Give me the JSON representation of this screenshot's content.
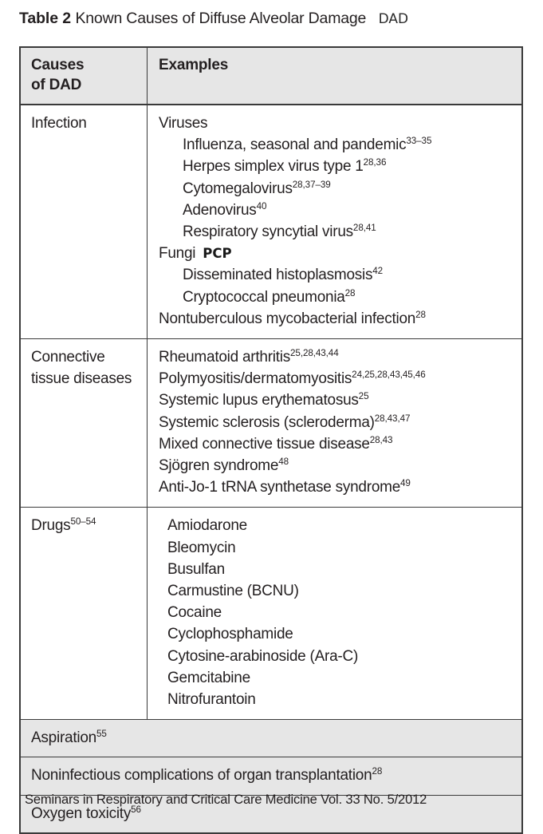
{
  "caption": {
    "label": "Table 2",
    "text": "Known Causes of Diffuse Alveolar Damage",
    "annotation": "DAD"
  },
  "table": {
    "headers": {
      "cause": "Causes\nof DAD",
      "cause_line1": "Causes",
      "cause_line2": "of DAD",
      "examples": "Examples"
    },
    "rows": [
      {
        "cause": "Infection",
        "cause_sup": "",
        "items": [
          {
            "level": 0,
            "text": "Viruses",
            "sup": ""
          },
          {
            "level": 1,
            "text": "Influenza, seasonal and pandemic",
            "sup": "33–35"
          },
          {
            "level": 1,
            "text": "Herpes simplex virus type 1",
            "sup": "28,36"
          },
          {
            "level": 1,
            "text": "Cytomegalovirus",
            "sup": "28,37–39"
          },
          {
            "level": 1,
            "text": "Adenovirus",
            "sup": "40"
          },
          {
            "level": 1,
            "text": "Respiratory syncytial virus",
            "sup": "28,41"
          },
          {
            "level": 0,
            "text": "Fungi",
            "sup": "",
            "annotation": "PCP"
          },
          {
            "level": 1,
            "text": "Disseminated histoplasmosis",
            "sup": "42"
          },
          {
            "level": 1,
            "text": "Cryptococcal pneumonia",
            "sup": "28"
          },
          {
            "level": 0,
            "text": "Nontuberculous mycobacterial infection",
            "sup": "28"
          }
        ]
      },
      {
        "cause": "Connective tissue diseases",
        "cause_sup": "",
        "items": [
          {
            "level": 0,
            "text": "Rheumatoid arthritis",
            "sup": "25,28,43,44"
          },
          {
            "level": 0,
            "text": "Polymyositis/dermatomyositis",
            "sup": "24,25,28,43,45,46"
          },
          {
            "level": 0,
            "text": "Systemic lupus erythematosus",
            "sup": "25"
          },
          {
            "level": 0,
            "text": "Systemic sclerosis (scleroderma)",
            "sup": "28,43,47"
          },
          {
            "level": 0,
            "text": "Mixed connective tissue disease",
            "sup": "28,43"
          },
          {
            "level": 0,
            "text": "Sjögren syndrome",
            "sup": "48"
          },
          {
            "level": 0,
            "text": "Anti-Jo-1 tRNA synthetase syndrome",
            "sup": "49"
          }
        ]
      },
      {
        "cause": "Drugs",
        "cause_sup": "50–54",
        "items": [
          {
            "level": 2,
            "text": "Amiodarone",
            "sup": ""
          },
          {
            "level": 2,
            "text": "Bleomycin",
            "sup": ""
          },
          {
            "level": 2,
            "text": "Busulfan",
            "sup": ""
          },
          {
            "level": 2,
            "text": "Carmustine (BCNU)",
            "sup": ""
          },
          {
            "level": 2,
            "text": "Cocaine",
            "sup": ""
          },
          {
            "level": 2,
            "text": "Cyclophosphamide",
            "sup": ""
          },
          {
            "level": 2,
            "text": "Cytosine-arabinoside (Ara-C)",
            "sup": ""
          },
          {
            "level": 2,
            "text": "Gemcitabine",
            "sup": ""
          },
          {
            "level": 2,
            "text": "Nitrofurantoin",
            "sup": ""
          }
        ]
      }
    ],
    "full_width_rows": [
      {
        "text": "Aspiration",
        "sup": "55"
      },
      {
        "text": "Noninfectious complications of organ transplantation",
        "sup": "28"
      },
      {
        "text": "Oxygen toxicity",
        "sup": "56"
      }
    ]
  },
  "footer": {
    "text": "Seminars in Respiratory and Critical Care Medicine Vol. 33 No. 5/2012"
  },
  "colors": {
    "shade": "#e6e6e6",
    "border": "#3a3a3a",
    "text": "#231f20",
    "page": "#ffffff"
  }
}
